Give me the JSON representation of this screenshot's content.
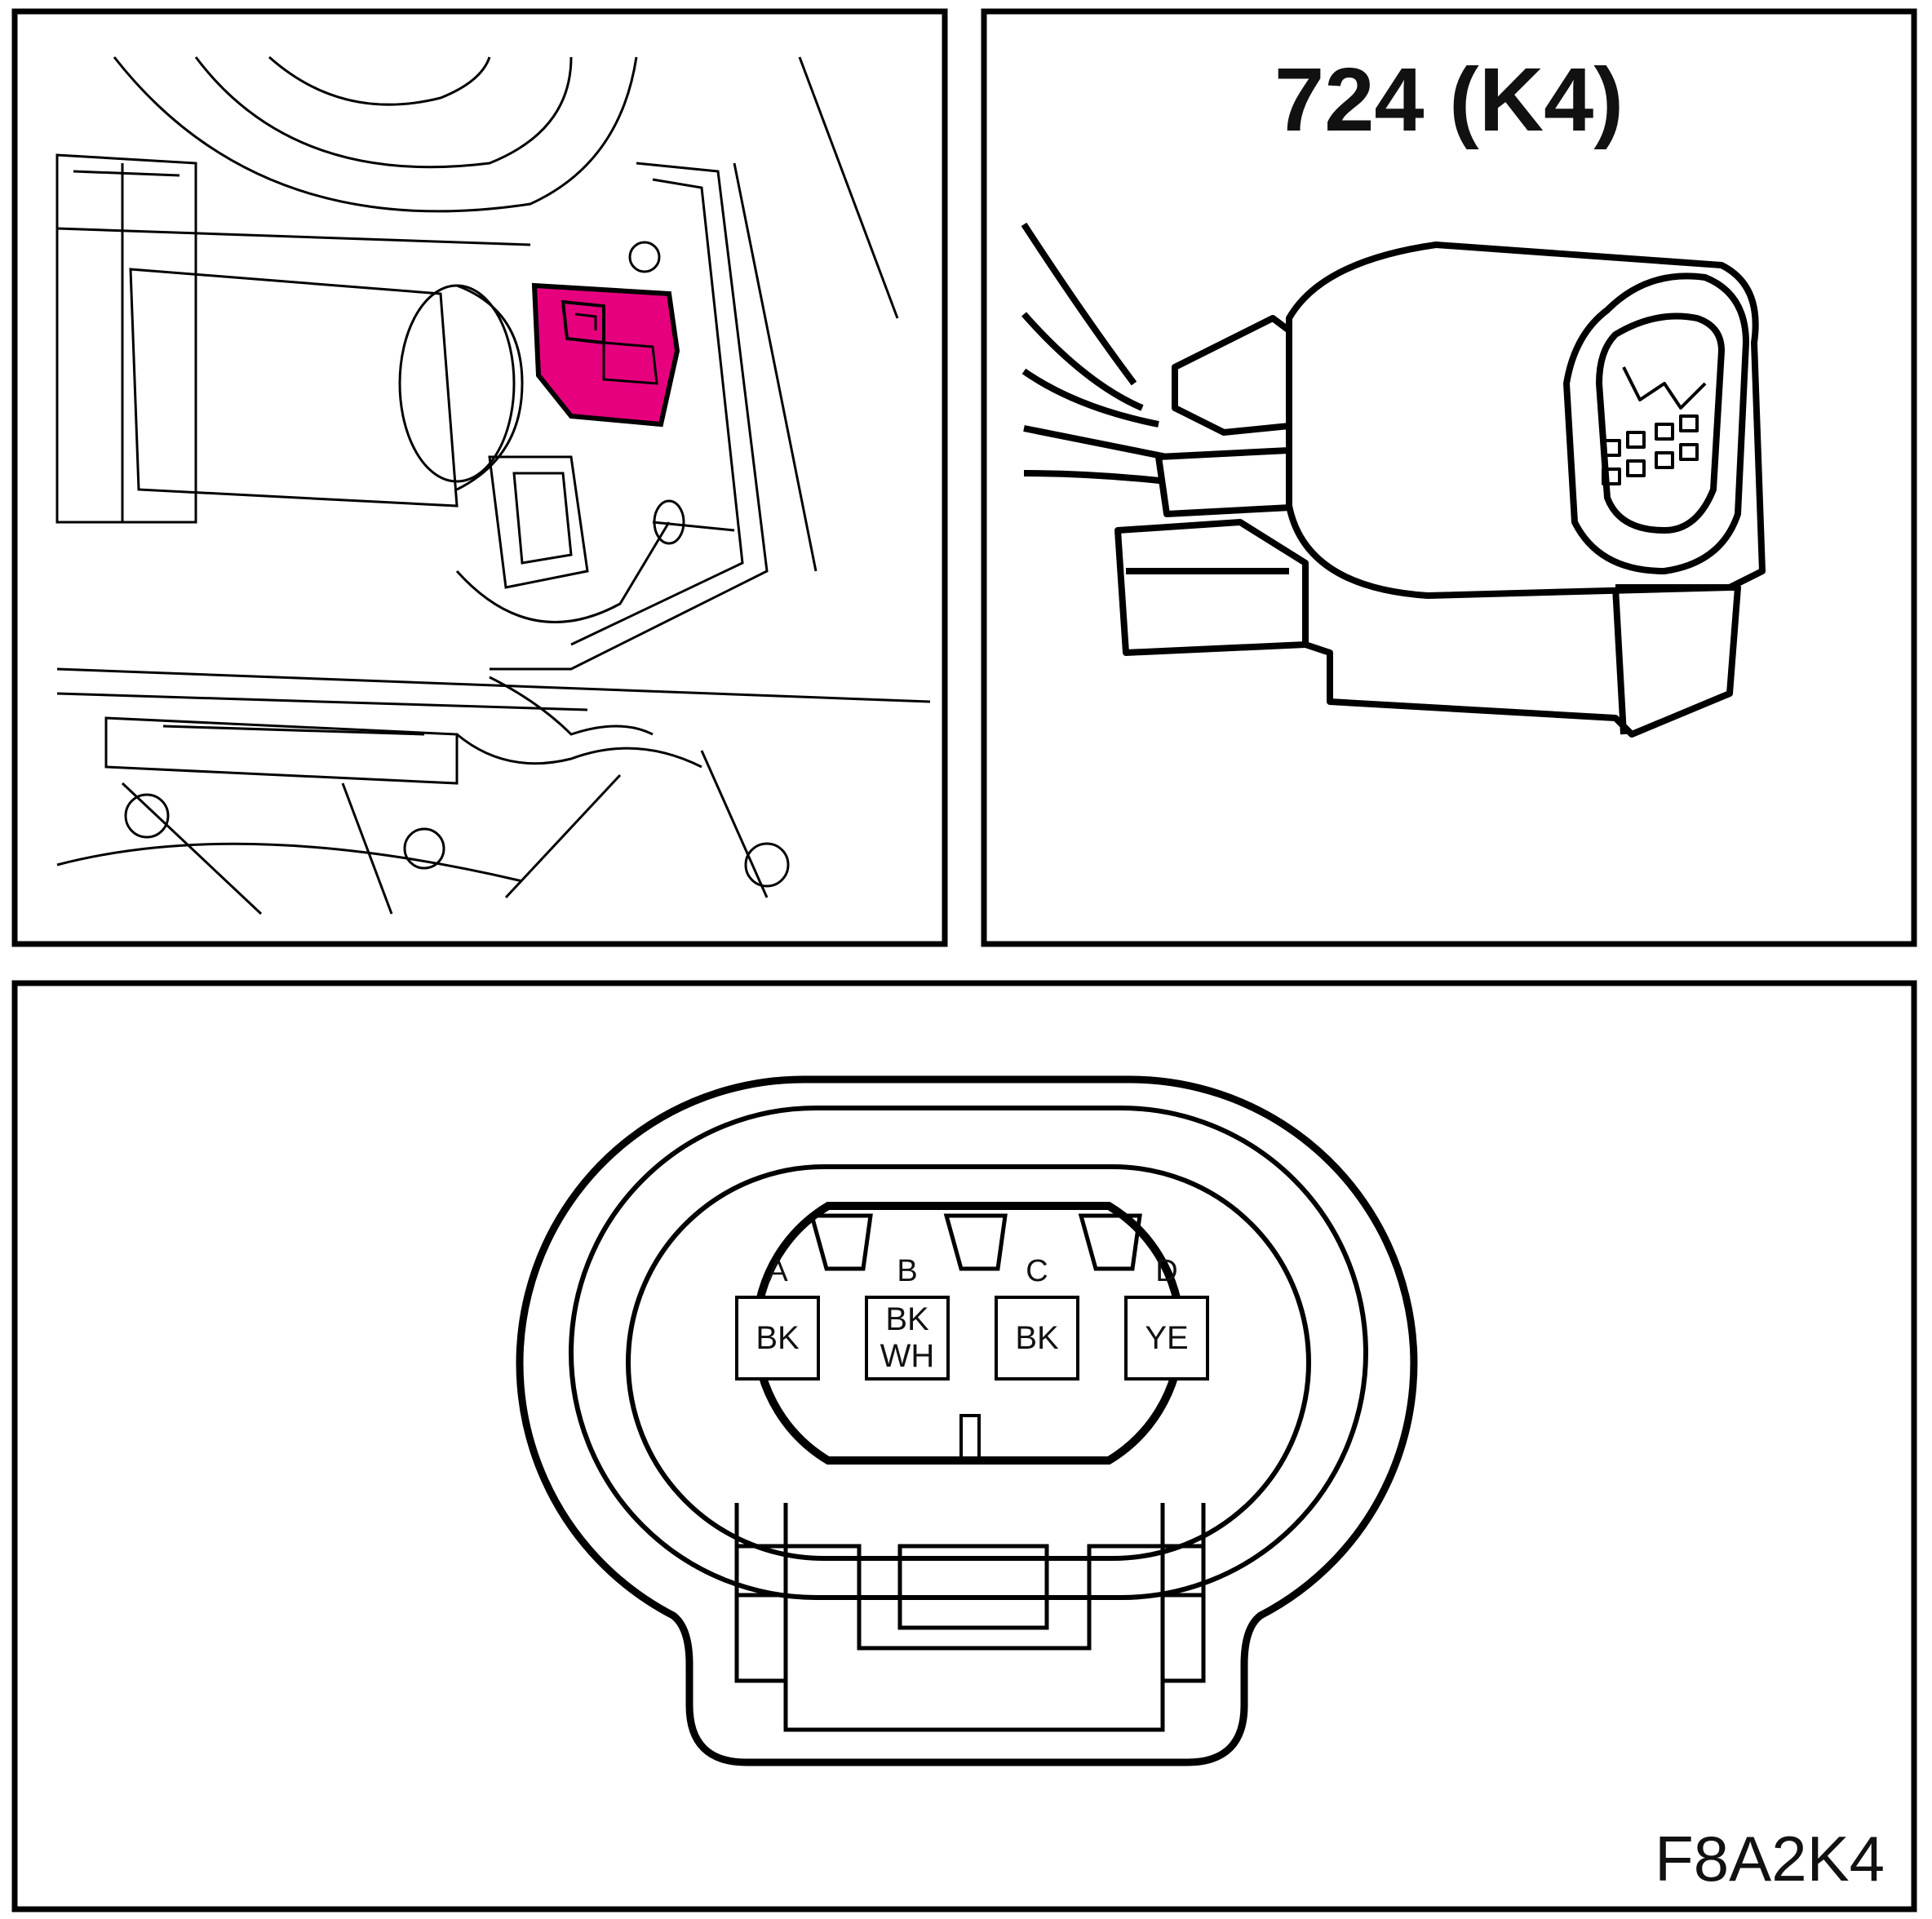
{
  "connector": {
    "title": "724 (K4)",
    "highlight_color": "#e6007e",
    "pins": [
      {
        "letter": "A",
        "wire": [
          "BK"
        ]
      },
      {
        "letter": "B",
        "wire": [
          "BK",
          "WH"
        ]
      },
      {
        "letter": "C",
        "wire": [
          "BK"
        ]
      },
      {
        "letter": "D",
        "wire": [
          "YE"
        ]
      }
    ]
  },
  "figure_code": "F8A2K4"
}
